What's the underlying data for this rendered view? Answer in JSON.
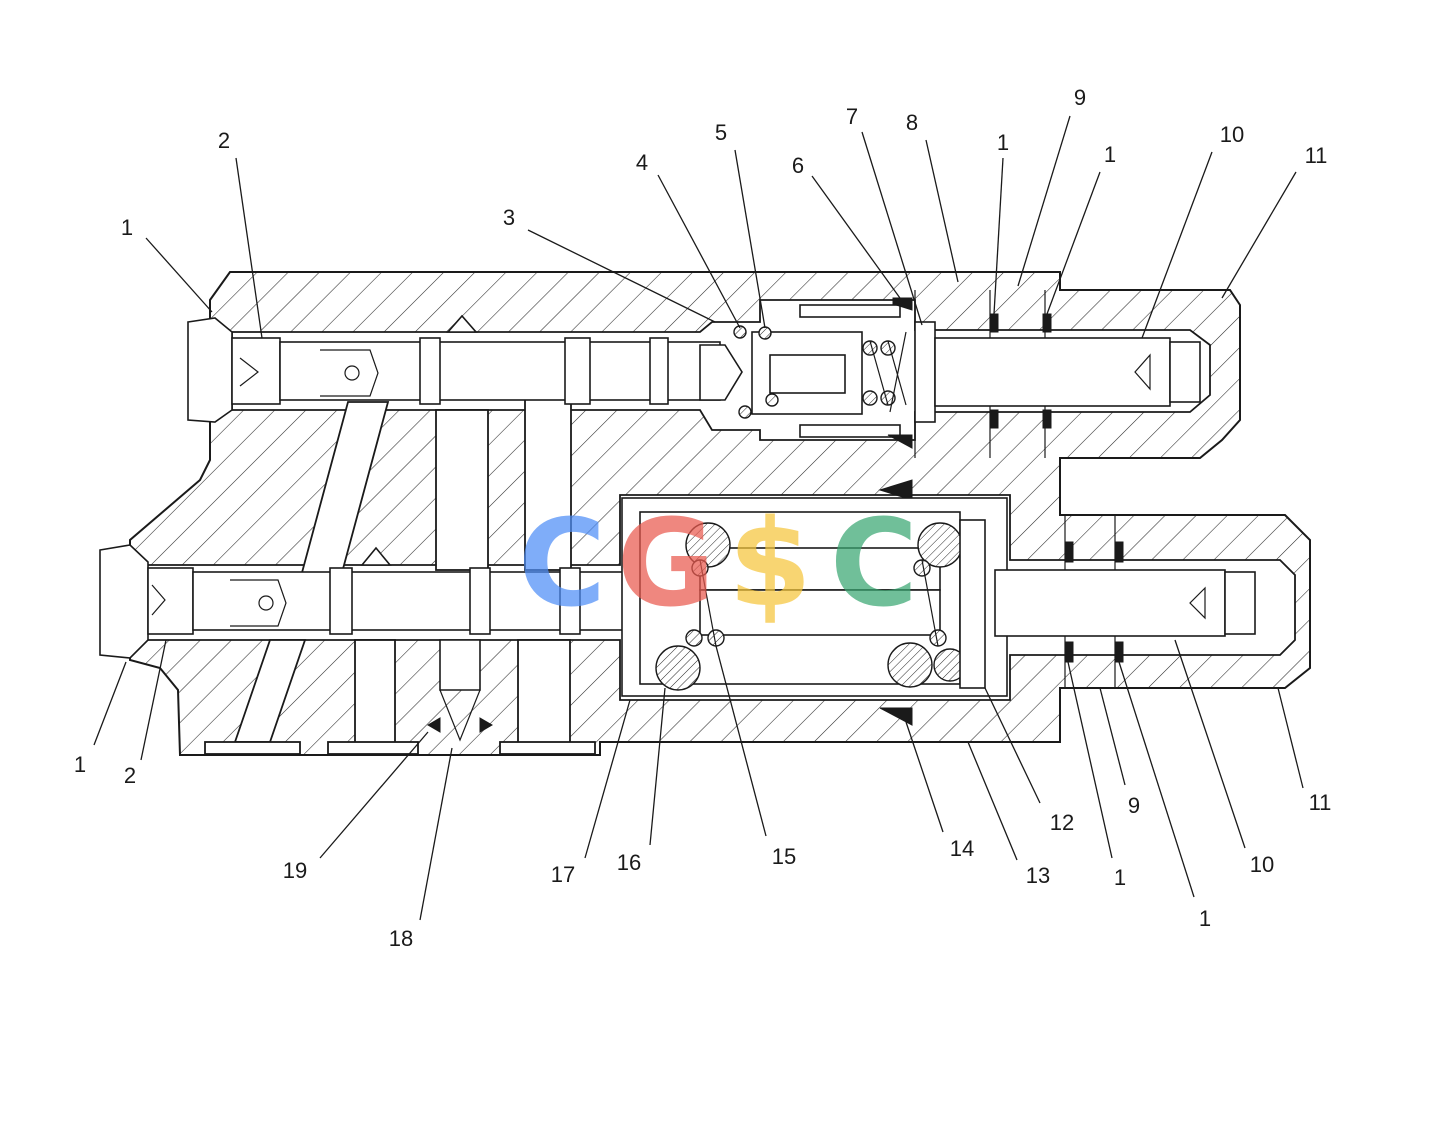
{
  "diagram": {
    "callouts_left_top": [
      {
        "id": "c-1-a",
        "text": "1"
      },
      {
        "id": "c-2-a",
        "text": "2"
      },
      {
        "id": "c-3",
        "text": "3"
      },
      {
        "id": "c-4",
        "text": "4"
      },
      {
        "id": "c-5",
        "text": "5"
      },
      {
        "id": "c-6",
        "text": "6"
      },
      {
        "id": "c-7",
        "text": "7"
      },
      {
        "id": "c-8",
        "text": "8"
      },
      {
        "id": "c-1-b",
        "text": "1"
      },
      {
        "id": "c-9-a",
        "text": "9"
      },
      {
        "id": "c-1-c",
        "text": "1"
      },
      {
        "id": "c-10-a",
        "text": "10"
      },
      {
        "id": "c-11-a",
        "text": "11"
      }
    ],
    "callouts_bottom": [
      {
        "id": "c-1-d",
        "text": "1"
      },
      {
        "id": "c-2-b",
        "text": "2"
      },
      {
        "id": "c-19",
        "text": "19"
      },
      {
        "id": "c-18",
        "text": "18"
      },
      {
        "id": "c-17",
        "text": "17"
      },
      {
        "id": "c-16",
        "text": "16"
      },
      {
        "id": "c-15",
        "text": "15"
      },
      {
        "id": "c-14",
        "text": "14"
      },
      {
        "id": "c-13",
        "text": "13"
      },
      {
        "id": "c-12",
        "text": "12"
      },
      {
        "id": "c-1-e",
        "text": "1"
      },
      {
        "id": "c-9-b",
        "text": "9"
      },
      {
        "id": "c-1-f",
        "text": "1"
      },
      {
        "id": "c-10-b",
        "text": "10"
      },
      {
        "id": "c-11-b",
        "text": "11"
      }
    ]
  },
  "watermark": {
    "letters": [
      {
        "char": "C",
        "color": "#4f8ef7"
      },
      {
        "char": "G",
        "color": "#ea5a4f"
      },
      {
        "char": "$",
        "color": "#f6c63c"
      },
      {
        "char": "C",
        "color": "#3aa772"
      }
    ]
  }
}
